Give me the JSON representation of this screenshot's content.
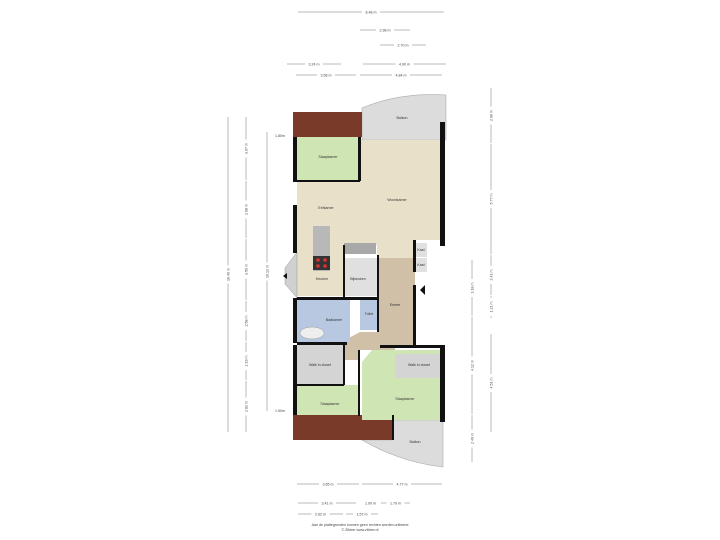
{
  "rooms": {
    "balkon_top": "Balkon",
    "slaapkamer_top": "Slaapkamer",
    "eetkamer": "Eetkamer",
    "woonkamer": "Woonkamer",
    "keuken": "Keuken",
    "bijkeuken": "Bijkeuken",
    "kast1": "Kast",
    "kast2": "Kast",
    "entree": "Entree",
    "toilet": "Toilet",
    "badkamer": "Badkamer",
    "walkin_left": "Walk in closet",
    "walkin_right": "Walk in closet",
    "slaapkamer_left": "Slaapkamer",
    "slaapkamer_right": "Slaapkamer",
    "balkon_bottom": "Balkon"
  },
  "dimensions": {
    "top": [
      "8.48 m",
      "2.98 m",
      "2.70 m",
      "3.24 m",
      "4.90 m",
      "3.58 m",
      "4.84 m"
    ],
    "bottom": [
      "3.65 m",
      "4.77 m",
      "3.41 m",
      "1.00 m",
      "1.79 m",
      "2.62 m",
      "1.57 m"
    ],
    "left": [
      "16.40 m",
      "3.07 m",
      "2.68 m",
      "3.50 m",
      "2.58 m",
      "2.19 m",
      "2.82 m",
      "10.12 m"
    ],
    "left_heights": [
      "1.80m",
      "1.50m"
    ],
    "right": [
      "2.90 m",
      "5.77 m",
      "2.41 m",
      "1.21 m",
      "4.51 m",
      "3.18 m",
      "4.12 m",
      "2.49 m"
    ]
  },
  "footer": {
    "disclaimer": "Aan de plattegronden kunnen geen rechten worden ontleend",
    "copyright": "© Zibber www.zibber.nl"
  },
  "colors": {
    "living": "#e8e0c8",
    "bedroom": "#cfe6b4",
    "wet": "#b8c8e0",
    "utility": "#d8d8d8",
    "entree": "#d0c0a8",
    "terrace": "#7a3a2a",
    "balcony": "#dcdcdc",
    "wall": "#111111"
  }
}
